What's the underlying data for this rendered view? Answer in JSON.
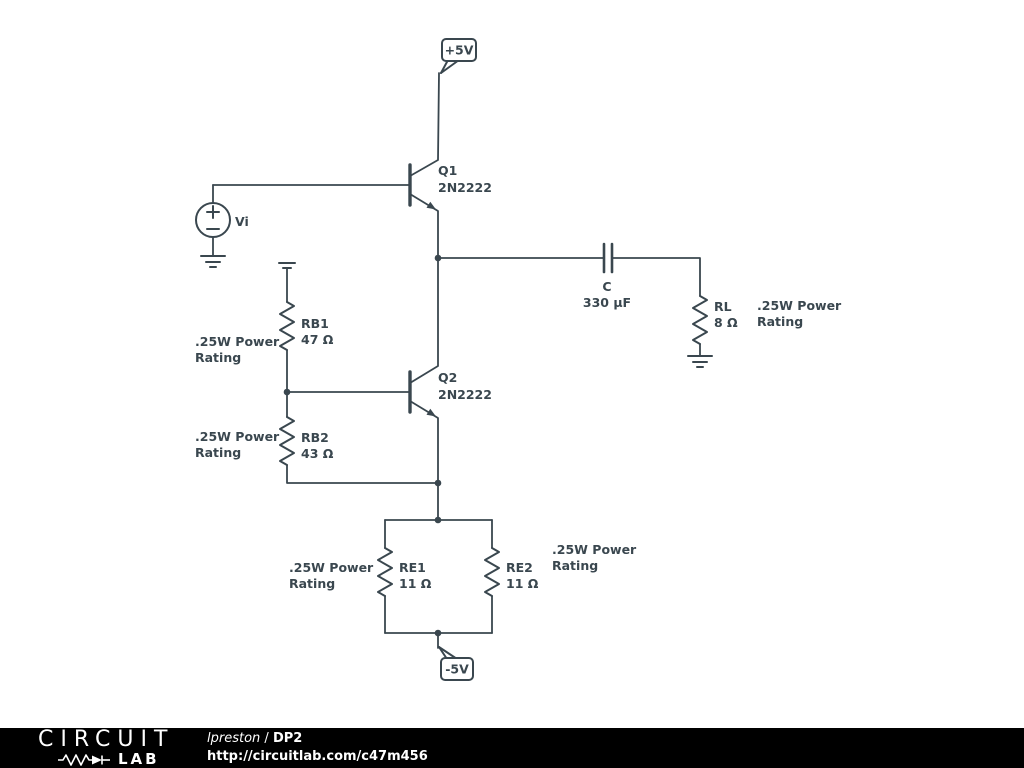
{
  "schematic": {
    "flags": {
      "vpos": "+5V",
      "vneg": "-5V"
    },
    "source": {
      "label": "Vi"
    },
    "transistors": {
      "q1": {
        "ref": "Q1",
        "part": "2N2222"
      },
      "q2": {
        "ref": "Q2",
        "part": "2N2222"
      }
    },
    "resistors": {
      "rb1": {
        "ref": "RB1",
        "value": "47 Ω"
      },
      "rb2": {
        "ref": "RB2",
        "value": "43 Ω"
      },
      "re1": {
        "ref": "RE1",
        "value": "11 Ω"
      },
      "re2": {
        "ref": "RE2",
        "value": "11 Ω"
      },
      "rl": {
        "ref": "RL",
        "value": "8 Ω"
      }
    },
    "capacitor": {
      "ref": "C",
      "value": "330 µF"
    },
    "annotation": {
      "line1": ".25W Power",
      "line2": "Rating"
    }
  },
  "footer": {
    "logo": {
      "top": "CIRCUIT",
      "bottom": "LAB"
    },
    "author": "lpreston",
    "separator": " / ",
    "title": "DP2",
    "url": "http://circuitlab.com/c47m456"
  },
  "colors": {
    "wire": "#3a474f",
    "background": "#ffffff",
    "footer_bg": "#000000",
    "footer_text": "#ffffff"
  }
}
